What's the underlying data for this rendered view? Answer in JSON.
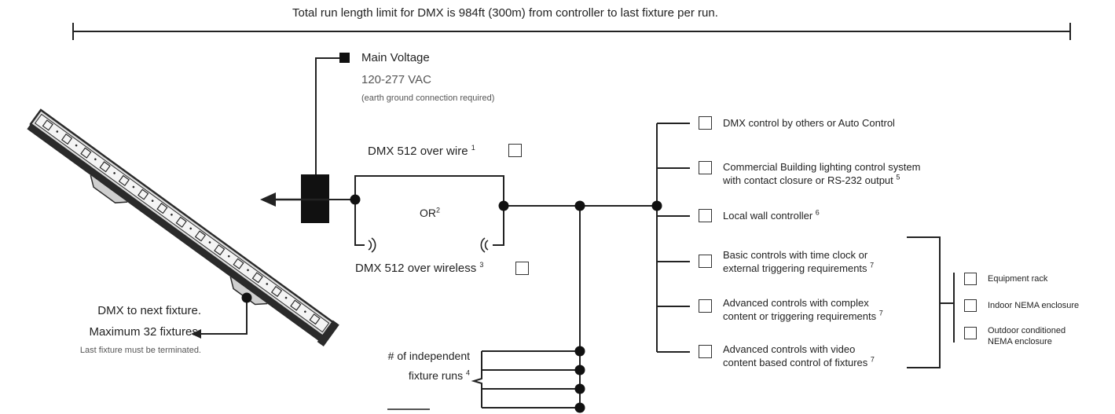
{
  "run_limit": "Total run length limit for DMX is  984ft (300m) from controller to last fixture per run.",
  "power": {
    "title": "Main Voltage",
    "voltage": "120-277 VAC",
    "note": "(earth ground connection required)"
  },
  "dmx_wire": {
    "label": "DMX 512 over wire",
    "footnote": "1"
  },
  "or": {
    "label": "OR",
    "footnote": "2"
  },
  "dmx_wireless": {
    "label": "DMX 512 over wireless",
    "footnote": "3"
  },
  "next_fixture": {
    "line1": "DMX to next fixture.",
    "line2": "Maximum 32 fixtures.",
    "line3": "Last fixture must be terminated."
  },
  "runs": {
    "line1": "# of independent",
    "line2": "fixture runs",
    "footnote": "4"
  },
  "controls": [
    {
      "line1": "DMX control by others or Auto Control",
      "line2": "",
      "footnote": ""
    },
    {
      "line1": "Commercial Building lighting control system",
      "line2": "with contact closure or RS-232 output",
      "footnote": "5"
    },
    {
      "line1": "Local wall controller",
      "line2": "",
      "footnote": "6"
    },
    {
      "line1": "Basic controls with time clock or",
      "line2": "external triggering requirements",
      "footnote": "7"
    },
    {
      "line1": "Advanced controls with complex",
      "line2": "content or triggering requirements",
      "footnote": "7"
    },
    {
      "line1": "Advanced controls with video",
      "line2": "content based control of fixtures",
      "footnote": "7"
    }
  ],
  "enclosures": [
    {
      "line1": "Equipment rack",
      "line2": ""
    },
    {
      "line1": "Indoor NEMA enclosure",
      "line2": ""
    },
    {
      "line1": "Outdoor conditioned",
      "line2": "NEMA enclosure"
    }
  ],
  "colors": {
    "line": "#222222",
    "fixture_body": "#2a2a2a",
    "fixture_face": "#dcdcdc"
  }
}
